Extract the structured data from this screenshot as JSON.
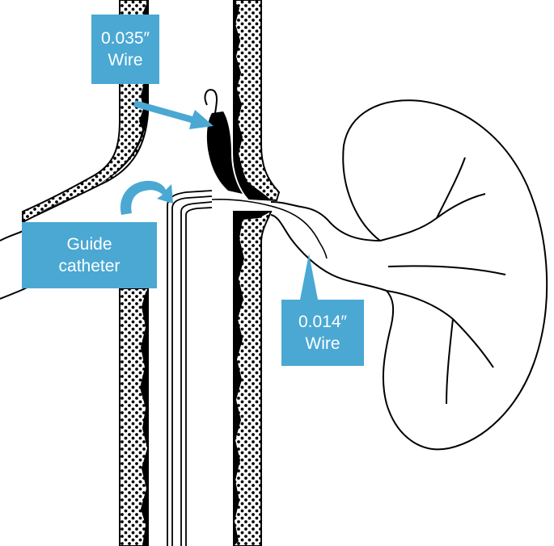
{
  "labels": {
    "wire_035": {
      "line1": "0.035″",
      "line2": "Wire"
    },
    "guide_catheter": {
      "line1": "Guide",
      "line2": "catheter"
    },
    "wire_014": {
      "line1": "0.014″",
      "line2": "Wire"
    }
  },
  "colors": {
    "label_fill": "#4aa8d3",
    "label_text": "#ffffff",
    "plaque": "#000000",
    "line": "#000000"
  },
  "icons": [
    "pointer-arrow-icon",
    "curved-rotation-arrow-icon",
    "upward-pointer-icon"
  ]
}
